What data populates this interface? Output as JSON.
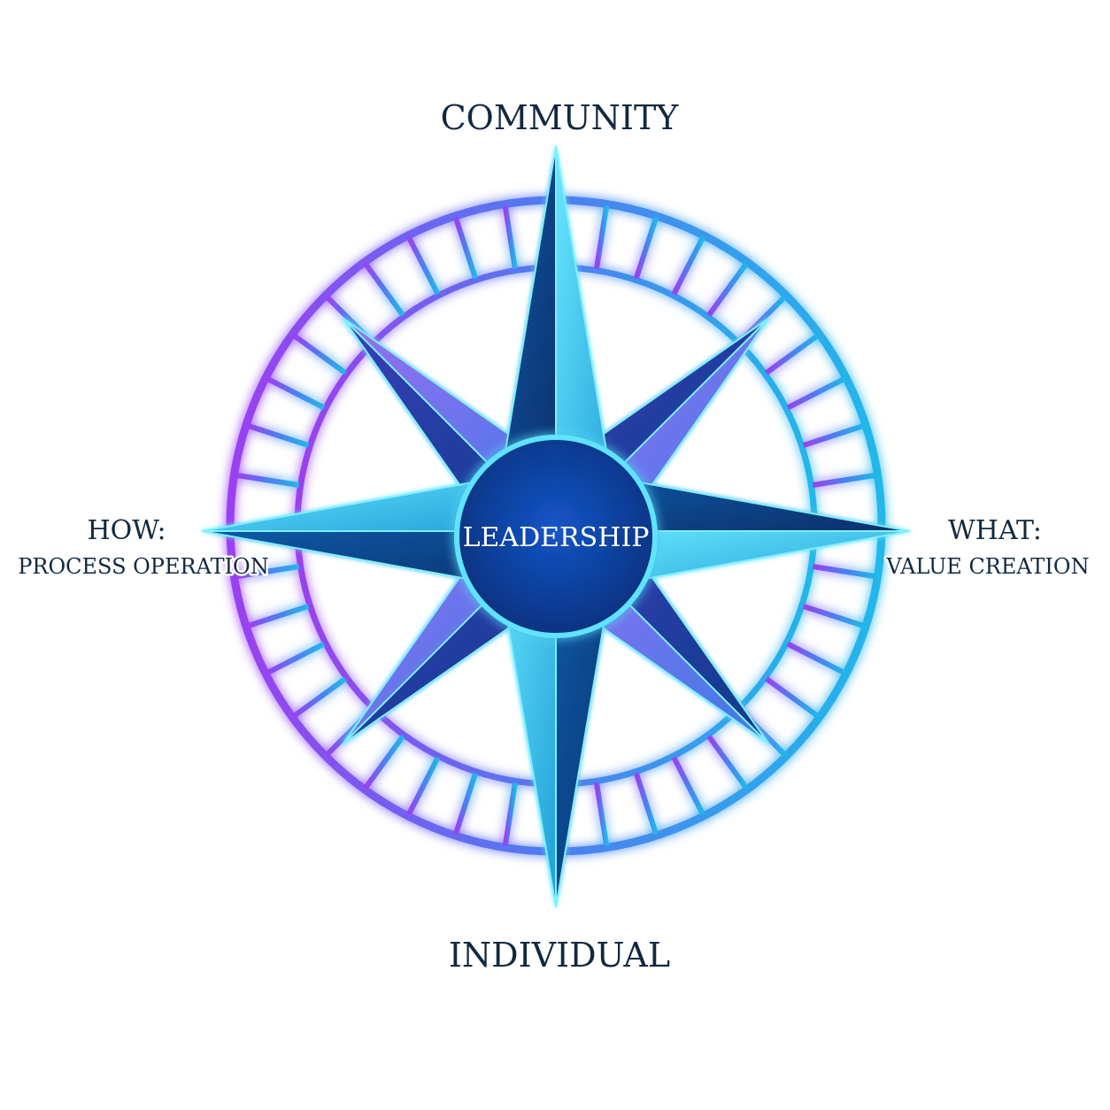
{
  "diagram": {
    "top_label": "COMMUNITY",
    "bottom_label": "INDIVIDUAL",
    "left_title": "HOW:",
    "left_subtitle": "PROCESS OPERATION",
    "right_title": "WHAT:",
    "right_subtitle": "VALUE CREATION",
    "center_label": "LEADERSHIP"
  },
  "colors": {
    "ring_left": "#9b3ff0",
    "ring_right": "#21b8ea",
    "star_light": "#3fd6f2",
    "star_dark": "#0a3a80",
    "center_fill": "#0b3fa8",
    "label_text": "#12293f"
  }
}
